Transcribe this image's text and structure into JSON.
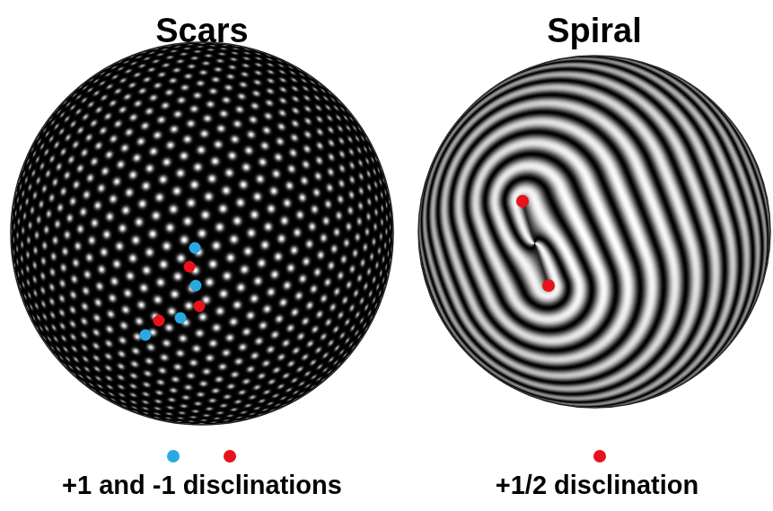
{
  "diagram": {
    "labels": [
      "Scars",
      "Spiral"
    ],
    "legend": [
      {
        "text": "+1 and -1 disclinations",
        "color": "#29a9e1"
      },
      {
        "text": "+1/2 disclination",
        "color": "#e8121a"
      }
    ]
  }
}
